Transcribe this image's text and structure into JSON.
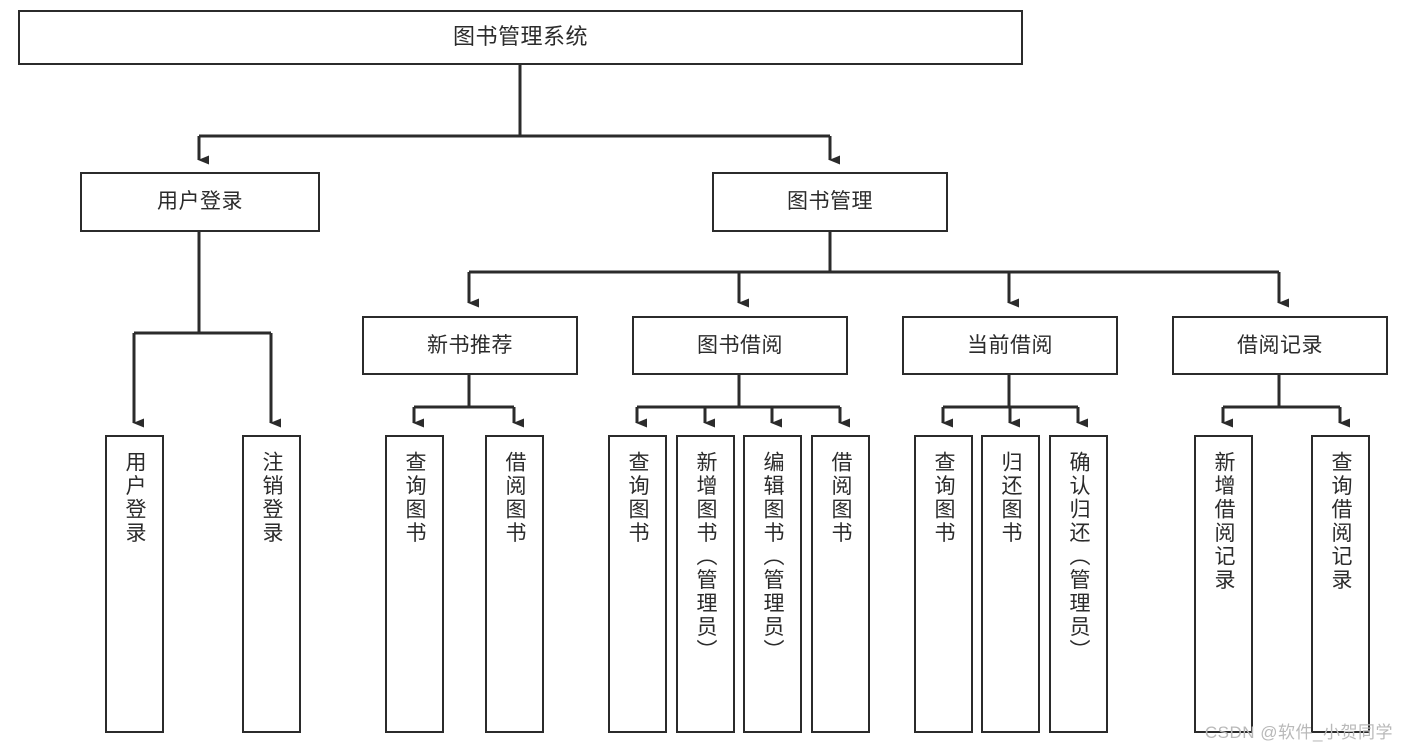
{
  "diagram": {
    "title": "图书管理系统",
    "type": "tree",
    "colors": {
      "box_border": "#2b2b2b",
      "box_fill": "#ffffff",
      "connector": "#2b2b2b",
      "watermark": "#b9b9b9",
      "text": "#2b2b2b"
    },
    "root": {
      "label": "图书管理系统"
    },
    "level1": [
      {
        "label": "用户登录"
      },
      {
        "label": "图书管理"
      }
    ],
    "level2": [
      {
        "label": "新书推荐"
      },
      {
        "label": "图书借阅"
      },
      {
        "label": "当前借阅"
      },
      {
        "label": "借阅记录"
      }
    ],
    "leaves": {
      "user_login": [
        {
          "label": "用户登录"
        },
        {
          "label": "注销登录"
        }
      ],
      "new_book_recommend": [
        {
          "label": "查询图书"
        },
        {
          "label": "借阅图书"
        }
      ],
      "book_borrow": [
        {
          "label": "查询图书"
        },
        {
          "label": "新增图书（管理员）"
        },
        {
          "label": "编辑图书（管理员）"
        },
        {
          "label": "借阅图书"
        }
      ],
      "current_borrow": [
        {
          "label": "查询图书"
        },
        {
          "label": "归还图书"
        },
        {
          "label": "确认归还（管理员）"
        }
      ],
      "borrow_record": [
        {
          "label": "新增借阅记录"
        },
        {
          "label": "查询借阅记录"
        }
      ]
    }
  },
  "watermark": {
    "text": "CSDN @软件_小贺同学"
  }
}
